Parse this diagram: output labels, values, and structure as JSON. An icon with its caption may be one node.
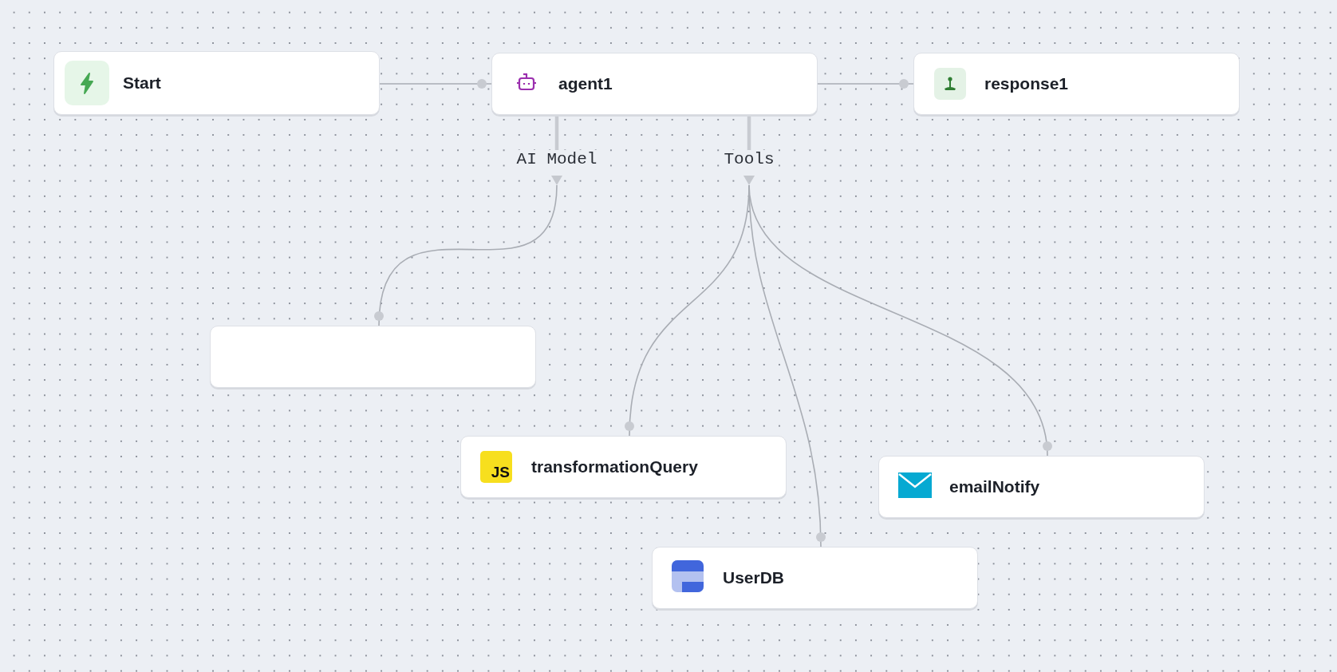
{
  "diagram": {
    "nodes": [
      {
        "text": [
          "Start"
        ]
      },
      {
        "text": [
          "agent1"
        ]
      },
      {
        "text": [
          "response1"
        ]
      },
      {
        "text": [
          "AI Model"
        ]
      },
      {
        "text": [
          "Tools"
        ]
      },
      {
        "text": [],
        "shape": "box"
      },
      {
        "text": [
          "transformationQuery"
        ]
      },
      {
        "text": [
          "UserDB"
        ]
      },
      {
        "text": [
          "emailNotify"
        ]
      }
    ],
    "edges": [
      {
        "from": 0,
        "to": 1,
        "arrow": "other"
      },
      {
        "from": 1,
        "to": 2,
        "arrow": "other"
      },
      {
        "from": 1,
        "to": 3,
        "arrow": "none",
        "style": "thick"
      },
      {
        "from": 1,
        "to": 4,
        "arrow": "none",
        "style": "thick"
      },
      {
        "from": 3,
        "to": 5,
        "arrow": "other"
      },
      {
        "from": 4,
        "to": 6,
        "arrow": "other"
      },
      {
        "from": 4,
        "to": 7,
        "arrow": "other"
      },
      {
        "from": 4,
        "to": 8,
        "arrow": "other"
      }
    ],
    "labels": [
      "JS"
    ]
  }
}
